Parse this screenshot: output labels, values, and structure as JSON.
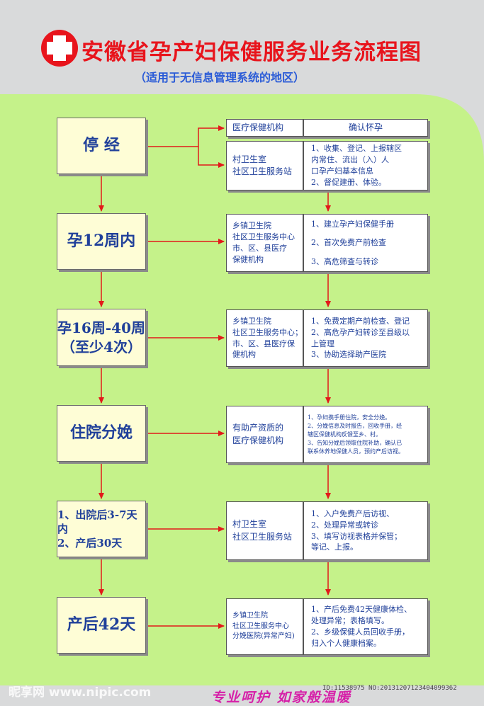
{
  "header": {
    "title": "安徽省孕产妇保健服务业务流程图",
    "subtitle": "（适用于无信息管理系统的地区）"
  },
  "stages": [
    "停 经",
    "孕12周内",
    "孕16周-40周\n（至少4次）",
    "住院分娩",
    "1、出院后3-7天内\n2、产后30天",
    "产后42天"
  ],
  "orgs": [
    "医疗保健机构",
    "村卫生室\n社区卫生服务站",
    "乡镇卫生院\n社区卫生服务中心\n市、区、县医疗\n保健机构",
    "乡镇卫生院\n社区卫生服务中心；\n市、区、县医疗保\n健机构",
    "有助产资质的\n医疗保健机构",
    "村卫生室\n社区卫生服务站",
    "乡镇卫生院\n社区卫生服务中心\n分娩医院(异常产妇)"
  ],
  "actions": [
    "确认怀孕",
    "1、收集、登记、上报辖区\n    内常住、流出（入）人\n    口孕产妇基本信息\n2、督促建册、体验。",
    "1、建立孕产妇保健手册\n\n2、首次免费产前检查\n\n3、高危筛查与转诊",
    "1、免费定期产前检查、登记\n2、高危孕产妇转诊至县级以\n    上管理\n3、协助选择助产医院",
    "1、孕妇携手册住院，安全分娩。\n2、分娩信息及时报告，回收手册，经\n    辖区保健机构反馈至乡、村。\n3、告知分娩后领取住院补助，确认已\n    联系休养地保健人员，预约产后访视。",
    "1、入户免费产后访视、\n2、处理异常或转诊\n3、填写访视表格并保管；\n    等记、上报。",
    "1、产后免费42天健康体检、\n    处理异常；表格填写。\n2、乡级保健人员回收手册，\n    归入个人健康档案。"
  ],
  "footer": {
    "watermark": "昵享网 www.nipic.com",
    "slogan": "专业呵护  如家般温暖",
    "id_text": "ID:11538975 NO:20131207123404099362"
  },
  "colors": {
    "background": "#d9dadb",
    "green_panel": "#c5f28a",
    "arrow": "#e21a1a",
    "title": "#e8141c",
    "text": "#20409a"
  }
}
